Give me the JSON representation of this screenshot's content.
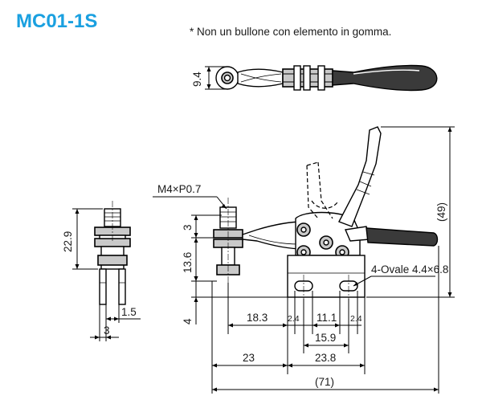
{
  "title": "MC01-1S",
  "note": "* Non un bullone con elemento in gomma.",
  "dimensions": {
    "top_width": "9.4",
    "thread": "M4×P0.7",
    "side_height": "22.9",
    "side_a": "1.5",
    "side_b": "3",
    "v_3": "3",
    "v_13_6": "13.6",
    "v_4": "4",
    "overall_height": "(49)",
    "slot": "4-Ovale 4.4×6.8",
    "h_18_3": "18.3",
    "h_2_4_left": "2.4",
    "h_11_1": "11.1",
    "h_2_4_right": "2.4",
    "h_15_9": "15.9",
    "h_23": "23",
    "h_23_8": "23.8",
    "overall_length": "(71)"
  }
}
